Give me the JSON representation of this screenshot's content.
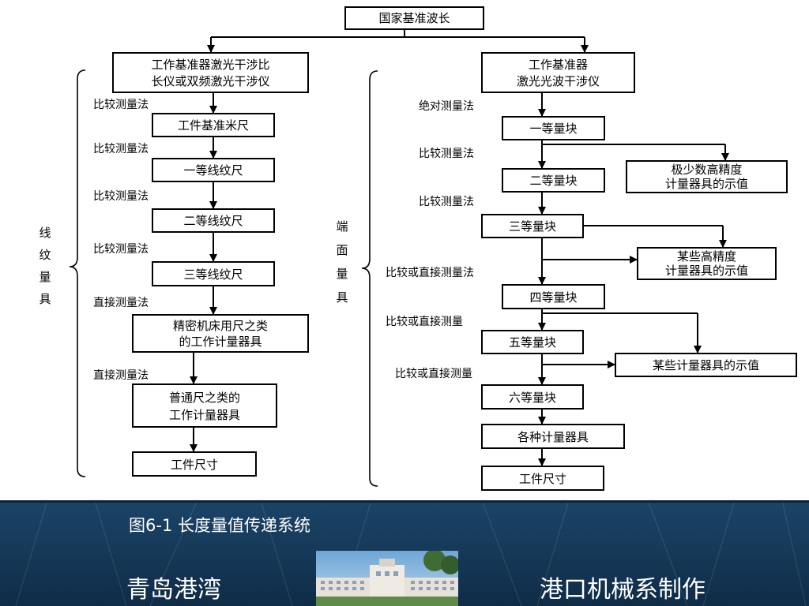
{
  "diagram": {
    "root": "国家基准波长",
    "left_top": [
      "工作基准器激光干涉比",
      "长仪或双频激光干涉仪"
    ],
    "right_top": [
      "工作基准器",
      "激光光波干涉仪"
    ],
    "left_chain": [
      {
        "method": "比较测量法",
        "box": [
          "工件基准米尺"
        ]
      },
      {
        "method": "比较测量法",
        "box": [
          "一等线纹尺"
        ]
      },
      {
        "method": "比较测量法",
        "box": [
          "二等线纹尺"
        ]
      },
      {
        "method": "比较测量法",
        "box": [
          "三等线纹尺"
        ]
      },
      {
        "method": "直接测量法",
        "box": [
          "精密机床用尺之类",
          "的工作计量器具"
        ]
      },
      {
        "method": "直接测量法",
        "box": [
          "普通尺之类的",
          "工作计量器具"
        ]
      },
      {
        "method": "",
        "box": [
          "工件尺寸"
        ]
      }
    ],
    "right_chain": [
      {
        "method": "绝对测量法",
        "box": [
          "一等量块"
        ]
      },
      {
        "method": "比较测量法",
        "box": [
          "二等量块"
        ]
      },
      {
        "method": "比较测量法",
        "box": [
          "三等量块"
        ]
      },
      {
        "method": "比较或直接测量法",
        "box": [
          "四等量块"
        ]
      },
      {
        "method": "比较或直接测量",
        "box": [
          "五等量块"
        ]
      },
      {
        "method": "比较或直接测量",
        "box": [
          "六等量块"
        ]
      },
      {
        "method": "",
        "box": [
          "各种计量器具"
        ]
      },
      {
        "method": "",
        "box": [
          "工件尺寸"
        ]
      }
    ],
    "side_boxes": [
      [
        "极少数高精度",
        "计量器具的示值"
      ],
      [
        "某些高精度",
        "计量器具的示值"
      ],
      [
        "某些计量器具的示值"
      ]
    ],
    "left_group_label": [
      "线",
      "纹",
      "量",
      "具"
    ],
    "right_group_label": [
      "端",
      "面",
      "量",
      "具"
    ]
  },
  "footer": {
    "caption": "图6-1 长度量值传递系统",
    "school": "青岛港湾",
    "dept": "港口机械系制作"
  },
  "colors": {
    "footer_bg": "#163a5a",
    "footer_text": "#ffffff",
    "diagram_ink": "#000000"
  }
}
